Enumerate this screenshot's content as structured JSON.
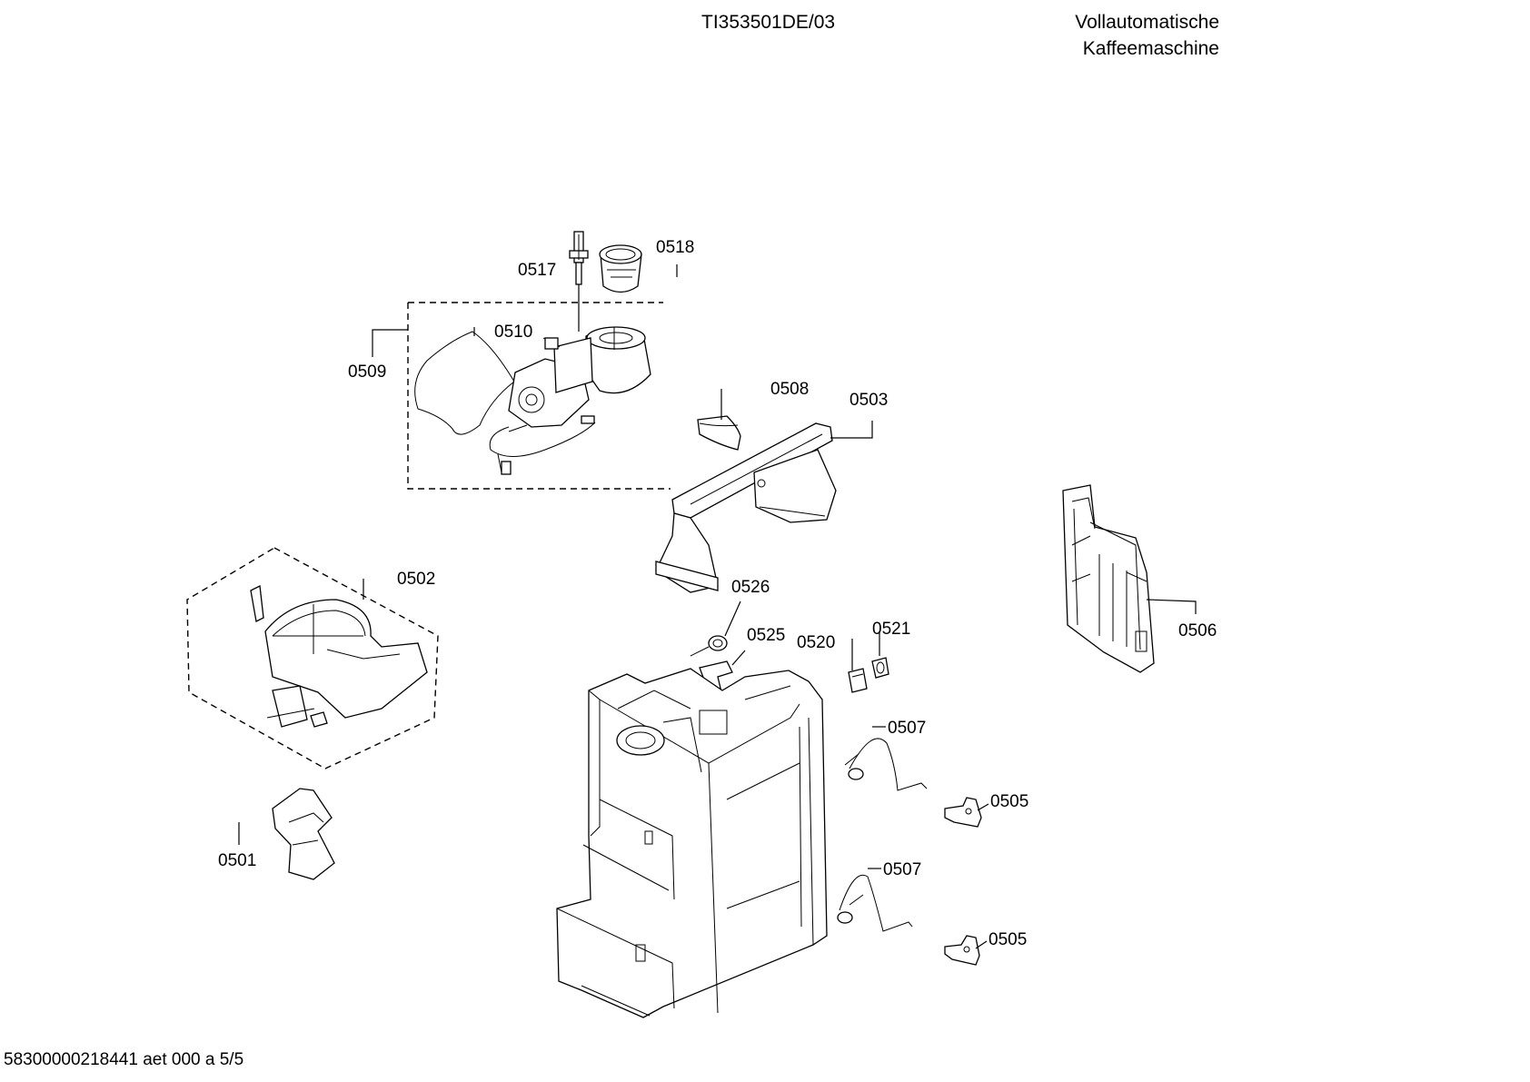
{
  "header": {
    "model": "TI353501DE/03",
    "description_line1": "Vollautomatische",
    "description_line2": "Kaffeemaschine"
  },
  "footer": {
    "document_code": "58300000218441 aet 000 a 5/5"
  },
  "parts": [
    {
      "id": "0517"
    },
    {
      "id": "0518"
    },
    {
      "id": "0510"
    },
    {
      "id": "0509"
    },
    {
      "id": "0508"
    },
    {
      "id": "0503"
    },
    {
      "id": "0502"
    },
    {
      "id": "0526"
    },
    {
      "id": "0525"
    },
    {
      "id": "0520"
    },
    {
      "id": "0521"
    },
    {
      "id": "0507"
    },
    {
      "id": "0505"
    },
    {
      "id": "0506"
    },
    {
      "id": "0501"
    },
    {
      "id": "0507"
    },
    {
      "id": "0505"
    }
  ]
}
